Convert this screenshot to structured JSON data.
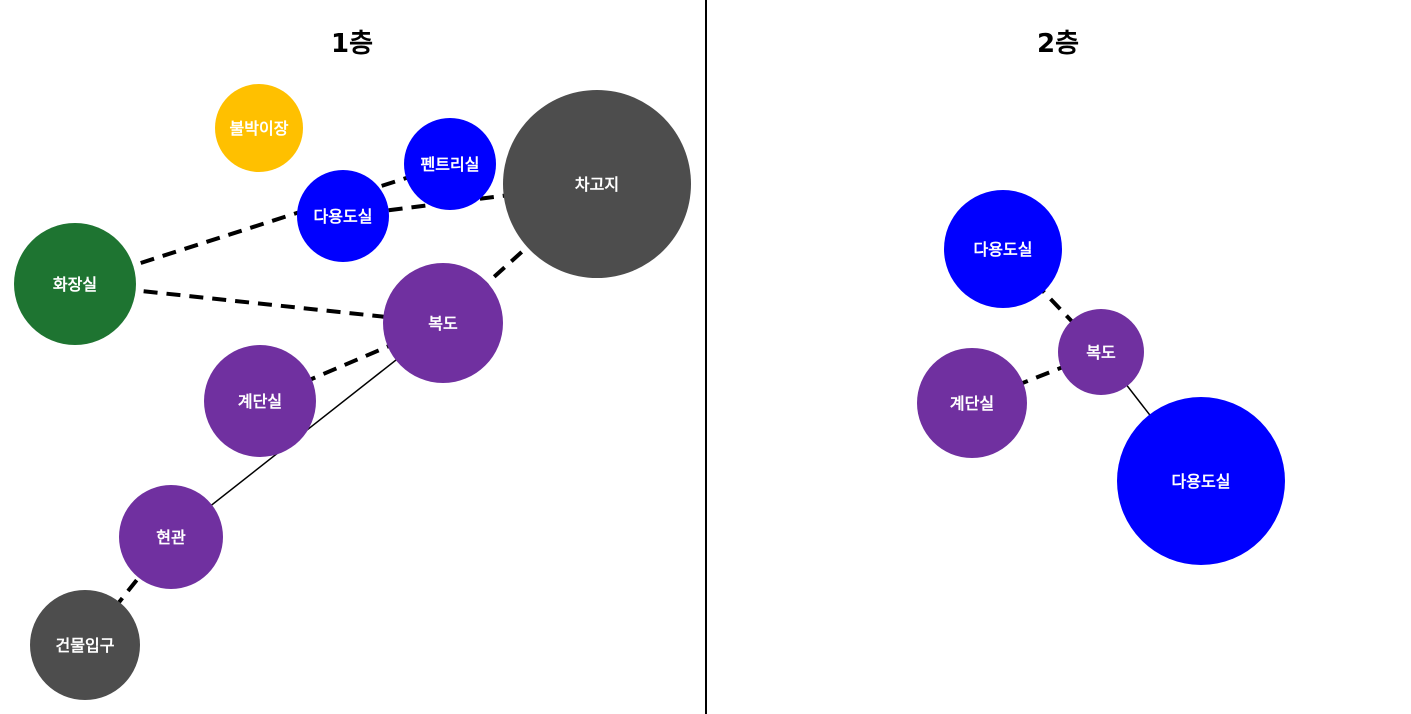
{
  "floors": [
    {
      "id": "floor1",
      "title": "1층",
      "nodes": [
        {
          "id": "f1-bullbak",
          "label": "불박이장",
          "color": "#FFC000"
        },
        {
          "id": "f1-pantry",
          "label": "펜트리실",
          "color": "#0000FF"
        },
        {
          "id": "f1-multi",
          "label": "다용도실",
          "color": "#0000FF"
        },
        {
          "id": "f1-garage",
          "label": "차고지",
          "color": "#4D4D4D"
        },
        {
          "id": "f1-toilet",
          "label": "화장실",
          "color": "#1E7431"
        },
        {
          "id": "f1-corridor",
          "label": "복도",
          "color": "#7030A0"
        },
        {
          "id": "f1-stairs",
          "label": "계단실",
          "color": "#7030A0"
        },
        {
          "id": "f1-entrance",
          "label": "현관",
          "color": "#7030A0"
        },
        {
          "id": "f1-building-entry",
          "label": "건물입구",
          "color": "#4D4D4D"
        }
      ],
      "edges": [
        {
          "from": "f1-toilet",
          "to": "f1-pantry",
          "style": "dashed"
        },
        {
          "from": "f1-multi",
          "to": "f1-garage",
          "style": "dashed"
        },
        {
          "from": "f1-toilet",
          "to": "f1-corridor",
          "style": "dashed"
        },
        {
          "from": "f1-corridor",
          "to": "f1-garage",
          "style": "dashed"
        },
        {
          "from": "f1-stairs",
          "to": "f1-corridor",
          "style": "dashed"
        },
        {
          "from": "f1-entrance",
          "to": "f1-corridor",
          "style": "solid"
        },
        {
          "from": "f1-building-entry",
          "to": "f1-entrance",
          "style": "dashed"
        }
      ]
    },
    {
      "id": "floor2",
      "title": "2층",
      "nodes": [
        {
          "id": "f2-multi-a",
          "label": "다용도실",
          "color": "#0000FF"
        },
        {
          "id": "f2-corridor",
          "label": "복도",
          "color": "#7030A0"
        },
        {
          "id": "f2-stairs",
          "label": "계단실",
          "color": "#7030A0"
        },
        {
          "id": "f2-multi-b",
          "label": "다용도실",
          "color": "#0000FF"
        }
      ],
      "edges": [
        {
          "from": "f2-multi-a",
          "to": "f2-corridor",
          "style": "dashed"
        },
        {
          "from": "f2-stairs",
          "to": "f2-corridor",
          "style": "dashed"
        },
        {
          "from": "f2-corridor",
          "to": "f2-multi-b",
          "style": "solid"
        }
      ]
    }
  ]
}
